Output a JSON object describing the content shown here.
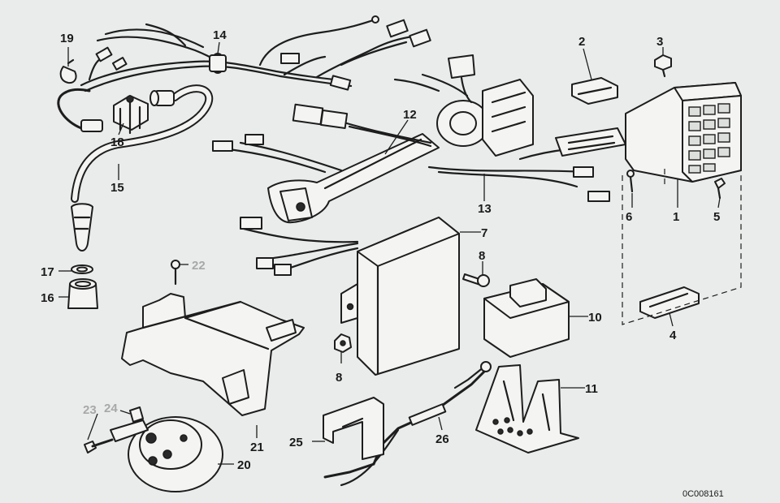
{
  "diagram": {
    "reference_code": "0C008161",
    "callouts": {
      "c1": "1",
      "c2": "2",
      "c3": "3",
      "c4": "4",
      "c5": "5",
      "c6": "6",
      "c7": "7",
      "c8": "8",
      "c8b": "8",
      "c10": "10",
      "c11": "11",
      "c12": "12",
      "c13": "13",
      "c14": "14",
      "c15": "15",
      "c16": "16",
      "c17": "17",
      "c18": "18",
      "c19": "19",
      "c20": "20",
      "c21": "21",
      "c22": "22",
      "c23": "23",
      "c24": "24",
      "c25": "25",
      "c26": "26"
    }
  }
}
